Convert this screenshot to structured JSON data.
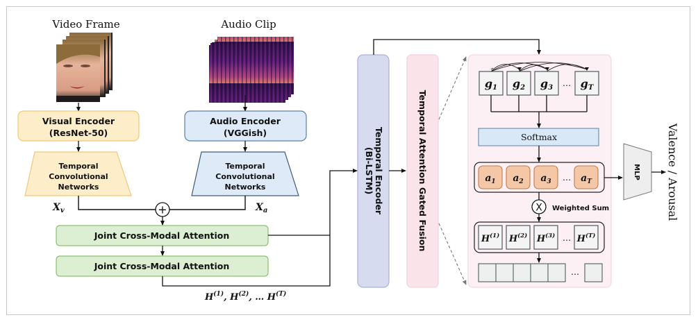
{
  "inputs": {
    "video_title": "Video Frame",
    "audio_title": "Audio Clip"
  },
  "visual_branch": {
    "encoder_line1": "Visual Encoder",
    "encoder_line2": "(ResNet-50)",
    "tcn_line1": "Temporal",
    "tcn_line2": "Convolutional",
    "tcn_line3": "Networks",
    "feature_label": "X",
    "feature_sub": "v"
  },
  "audio_branch": {
    "encoder_line1": "Audio Encoder",
    "encoder_line2": "(VGGish)",
    "tcn_line1": "Temporal",
    "tcn_line2": "Convolutional",
    "tcn_line3": "Networks",
    "feature_label": "X",
    "feature_sub": "a"
  },
  "fusion": {
    "sum_symbol": "+",
    "jca1": "Joint Cross-Modal Attention",
    "jca2": "Joint Cross-Modal Attention",
    "output_H": "H",
    "output_sup1": "(1)",
    "output_sup2": "(2)",
    "output_supT": "(T)",
    "output_sep1": ", ",
    "output_sep2": ", … "
  },
  "temporal_encoder": {
    "line1": "Temporal Encoder",
    "line2": "(Bi-LSTM)"
  },
  "tagf": {
    "label": "Temporal Attention Gated Fusion"
  },
  "detail": {
    "gates": [
      {
        "base": "g",
        "sub": "1"
      },
      {
        "base": "g",
        "sub": "2"
      },
      {
        "base": "g",
        "sub": "3"
      },
      {
        "base": "g",
        "sub": "T"
      }
    ],
    "ellipsis": "…",
    "softmax": "Softmax",
    "weights": [
      {
        "base": "a",
        "sub": "1"
      },
      {
        "base": "a",
        "sub": "2"
      },
      {
        "base": "a",
        "sub": "3"
      },
      {
        "base": "a",
        "sub": "T"
      }
    ],
    "multiply_symbol": "X",
    "weighted_sum_label": "Weighted Sum",
    "hidden": [
      {
        "base": "H",
        "sup": "(1)"
      },
      {
        "base": "H",
        "sup": "(2)"
      },
      {
        "base": "H",
        "sup": "(3)"
      },
      {
        "base": "H",
        "sup": "(T)"
      }
    ]
  },
  "head": {
    "mlp": "MLP",
    "output": "Valence / Arousal"
  },
  "colors": {
    "visual_fill": "#fdeec9",
    "visual_stroke": "#f0c77a",
    "audio_fill": "#deeaf7",
    "audio_stroke": "#5b7fa6",
    "jca_fill": "#dcefd2",
    "jca_stroke": "#8cbf72",
    "lstm_fill": "#d7dbef",
    "lstm_stroke": "#aab0dc",
    "tagf_fill": "#fae4ea",
    "tagf_stroke": "#f5cfd9",
    "detail_fill": "#fcf0f4",
    "weight_fill": "#f4c7a6",
    "weight_stroke": "#c47a46",
    "softmax_fill": "#d9e8f7",
    "mlp_fill": "#eeeeee"
  }
}
